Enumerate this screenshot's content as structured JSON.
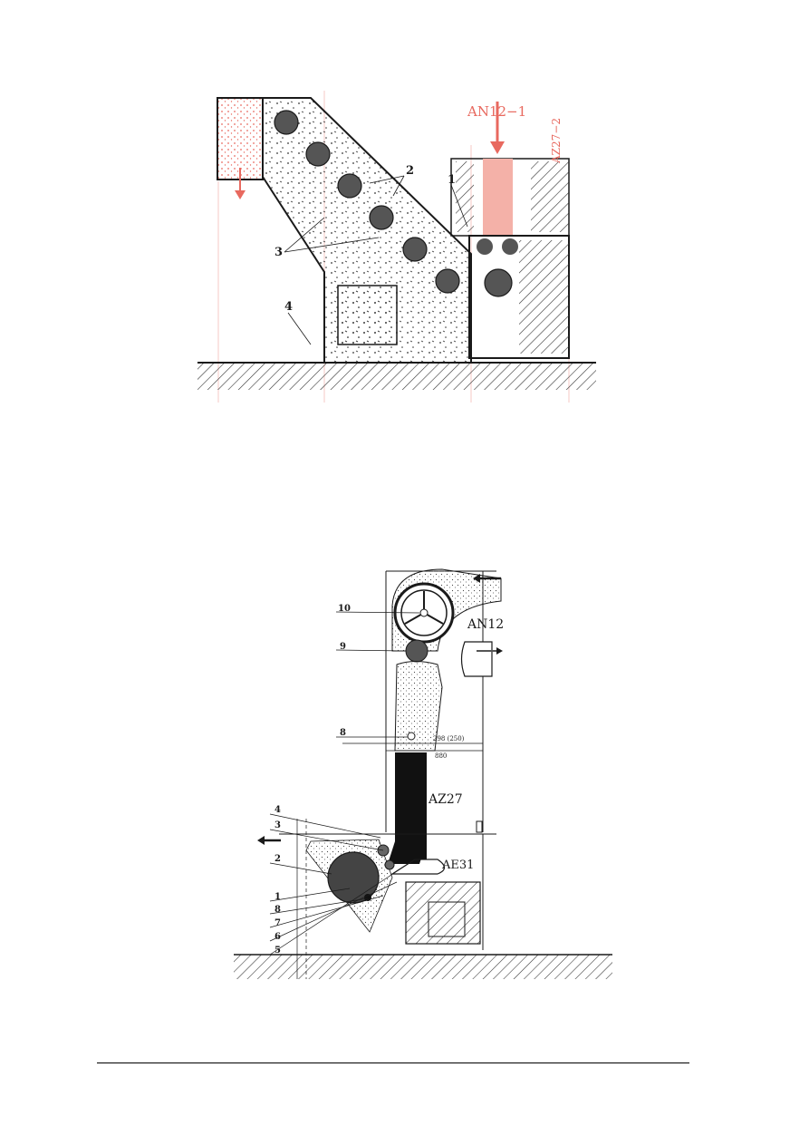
{
  "colors": {
    "ink": "#1a1a1a",
    "accent": "#e8695f",
    "accent_light": "#f4b1a8",
    "background": "#ffffff"
  },
  "figure1": {
    "unit_label_top": "AN12−1",
    "unit_label_side": "AZ27−2",
    "callouts": [
      "1",
      "2",
      "3",
      "4"
    ]
  },
  "figure2": {
    "unit_labels": {
      "an": "AN12",
      "az": "AZ27",
      "ae": "AE31"
    },
    "dimensions": {
      "upper": "298 (250)",
      "lower": "880"
    },
    "callouts": [
      "10",
      "9",
      "8",
      "4",
      "3",
      "2",
      "1",
      "8",
      "7",
      "6",
      "5"
    ]
  }
}
